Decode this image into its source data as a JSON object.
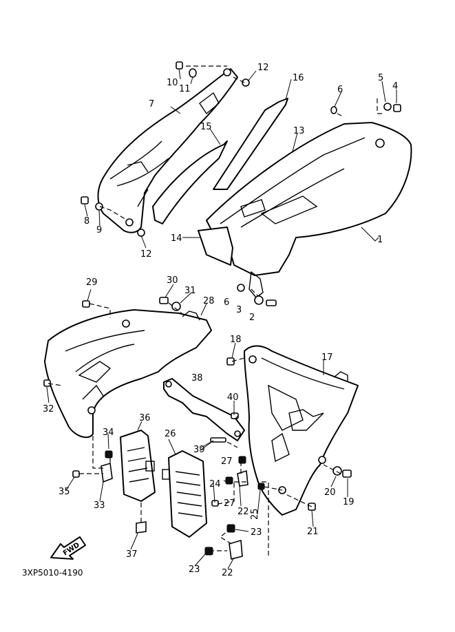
{
  "diagram": {
    "catalog_code": "3XP5010-4190",
    "fwd_label": "FWD",
    "callouts": [
      {
        "id": "c1",
        "text": "1"
      },
      {
        "id": "c2",
        "text": "2"
      },
      {
        "id": "c3",
        "text": "3"
      },
      {
        "id": "c4",
        "text": "4"
      },
      {
        "id": "c5",
        "text": "5"
      },
      {
        "id": "c6a",
        "text": "6"
      },
      {
        "id": "c6b",
        "text": "6"
      },
      {
        "id": "c7",
        "text": "7"
      },
      {
        "id": "c8",
        "text": "8"
      },
      {
        "id": "c9",
        "text": "9"
      },
      {
        "id": "c10",
        "text": "10"
      },
      {
        "id": "c11",
        "text": "11"
      },
      {
        "id": "c12a",
        "text": "12"
      },
      {
        "id": "c12b",
        "text": "12"
      },
      {
        "id": "c13",
        "text": "13"
      },
      {
        "id": "c14",
        "text": "14"
      },
      {
        "id": "c15",
        "text": "15"
      },
      {
        "id": "c16",
        "text": "16"
      },
      {
        "id": "c17",
        "text": "17"
      },
      {
        "id": "c18",
        "text": "18"
      },
      {
        "id": "c19",
        "text": "19"
      },
      {
        "id": "c20",
        "text": "20"
      },
      {
        "id": "c21",
        "text": "21"
      },
      {
        "id": "c22a",
        "text": "22"
      },
      {
        "id": "c22b",
        "text": "22"
      },
      {
        "id": "c23a",
        "text": "23"
      },
      {
        "id": "c23b",
        "text": "23"
      },
      {
        "id": "c24",
        "text": "24"
      },
      {
        "id": "c25",
        "text": "25"
      },
      {
        "id": "c26",
        "text": "26"
      },
      {
        "id": "c27a",
        "text": "27"
      },
      {
        "id": "c27b",
        "text": "27"
      },
      {
        "id": "c28",
        "text": "28"
      },
      {
        "id": "c29",
        "text": "29"
      },
      {
        "id": "c30",
        "text": "30"
      },
      {
        "id": "c31",
        "text": "31"
      },
      {
        "id": "c32",
        "text": "32"
      },
      {
        "id": "c33",
        "text": "33"
      },
      {
        "id": "c34",
        "text": "34"
      },
      {
        "id": "c35",
        "text": "35"
      },
      {
        "id": "c36",
        "text": "36"
      },
      {
        "id": "c37",
        "text": "37"
      },
      {
        "id": "c38",
        "text": "38"
      },
      {
        "id": "c39",
        "text": "39"
      },
      {
        "id": "c40",
        "text": "40"
      }
    ]
  }
}
